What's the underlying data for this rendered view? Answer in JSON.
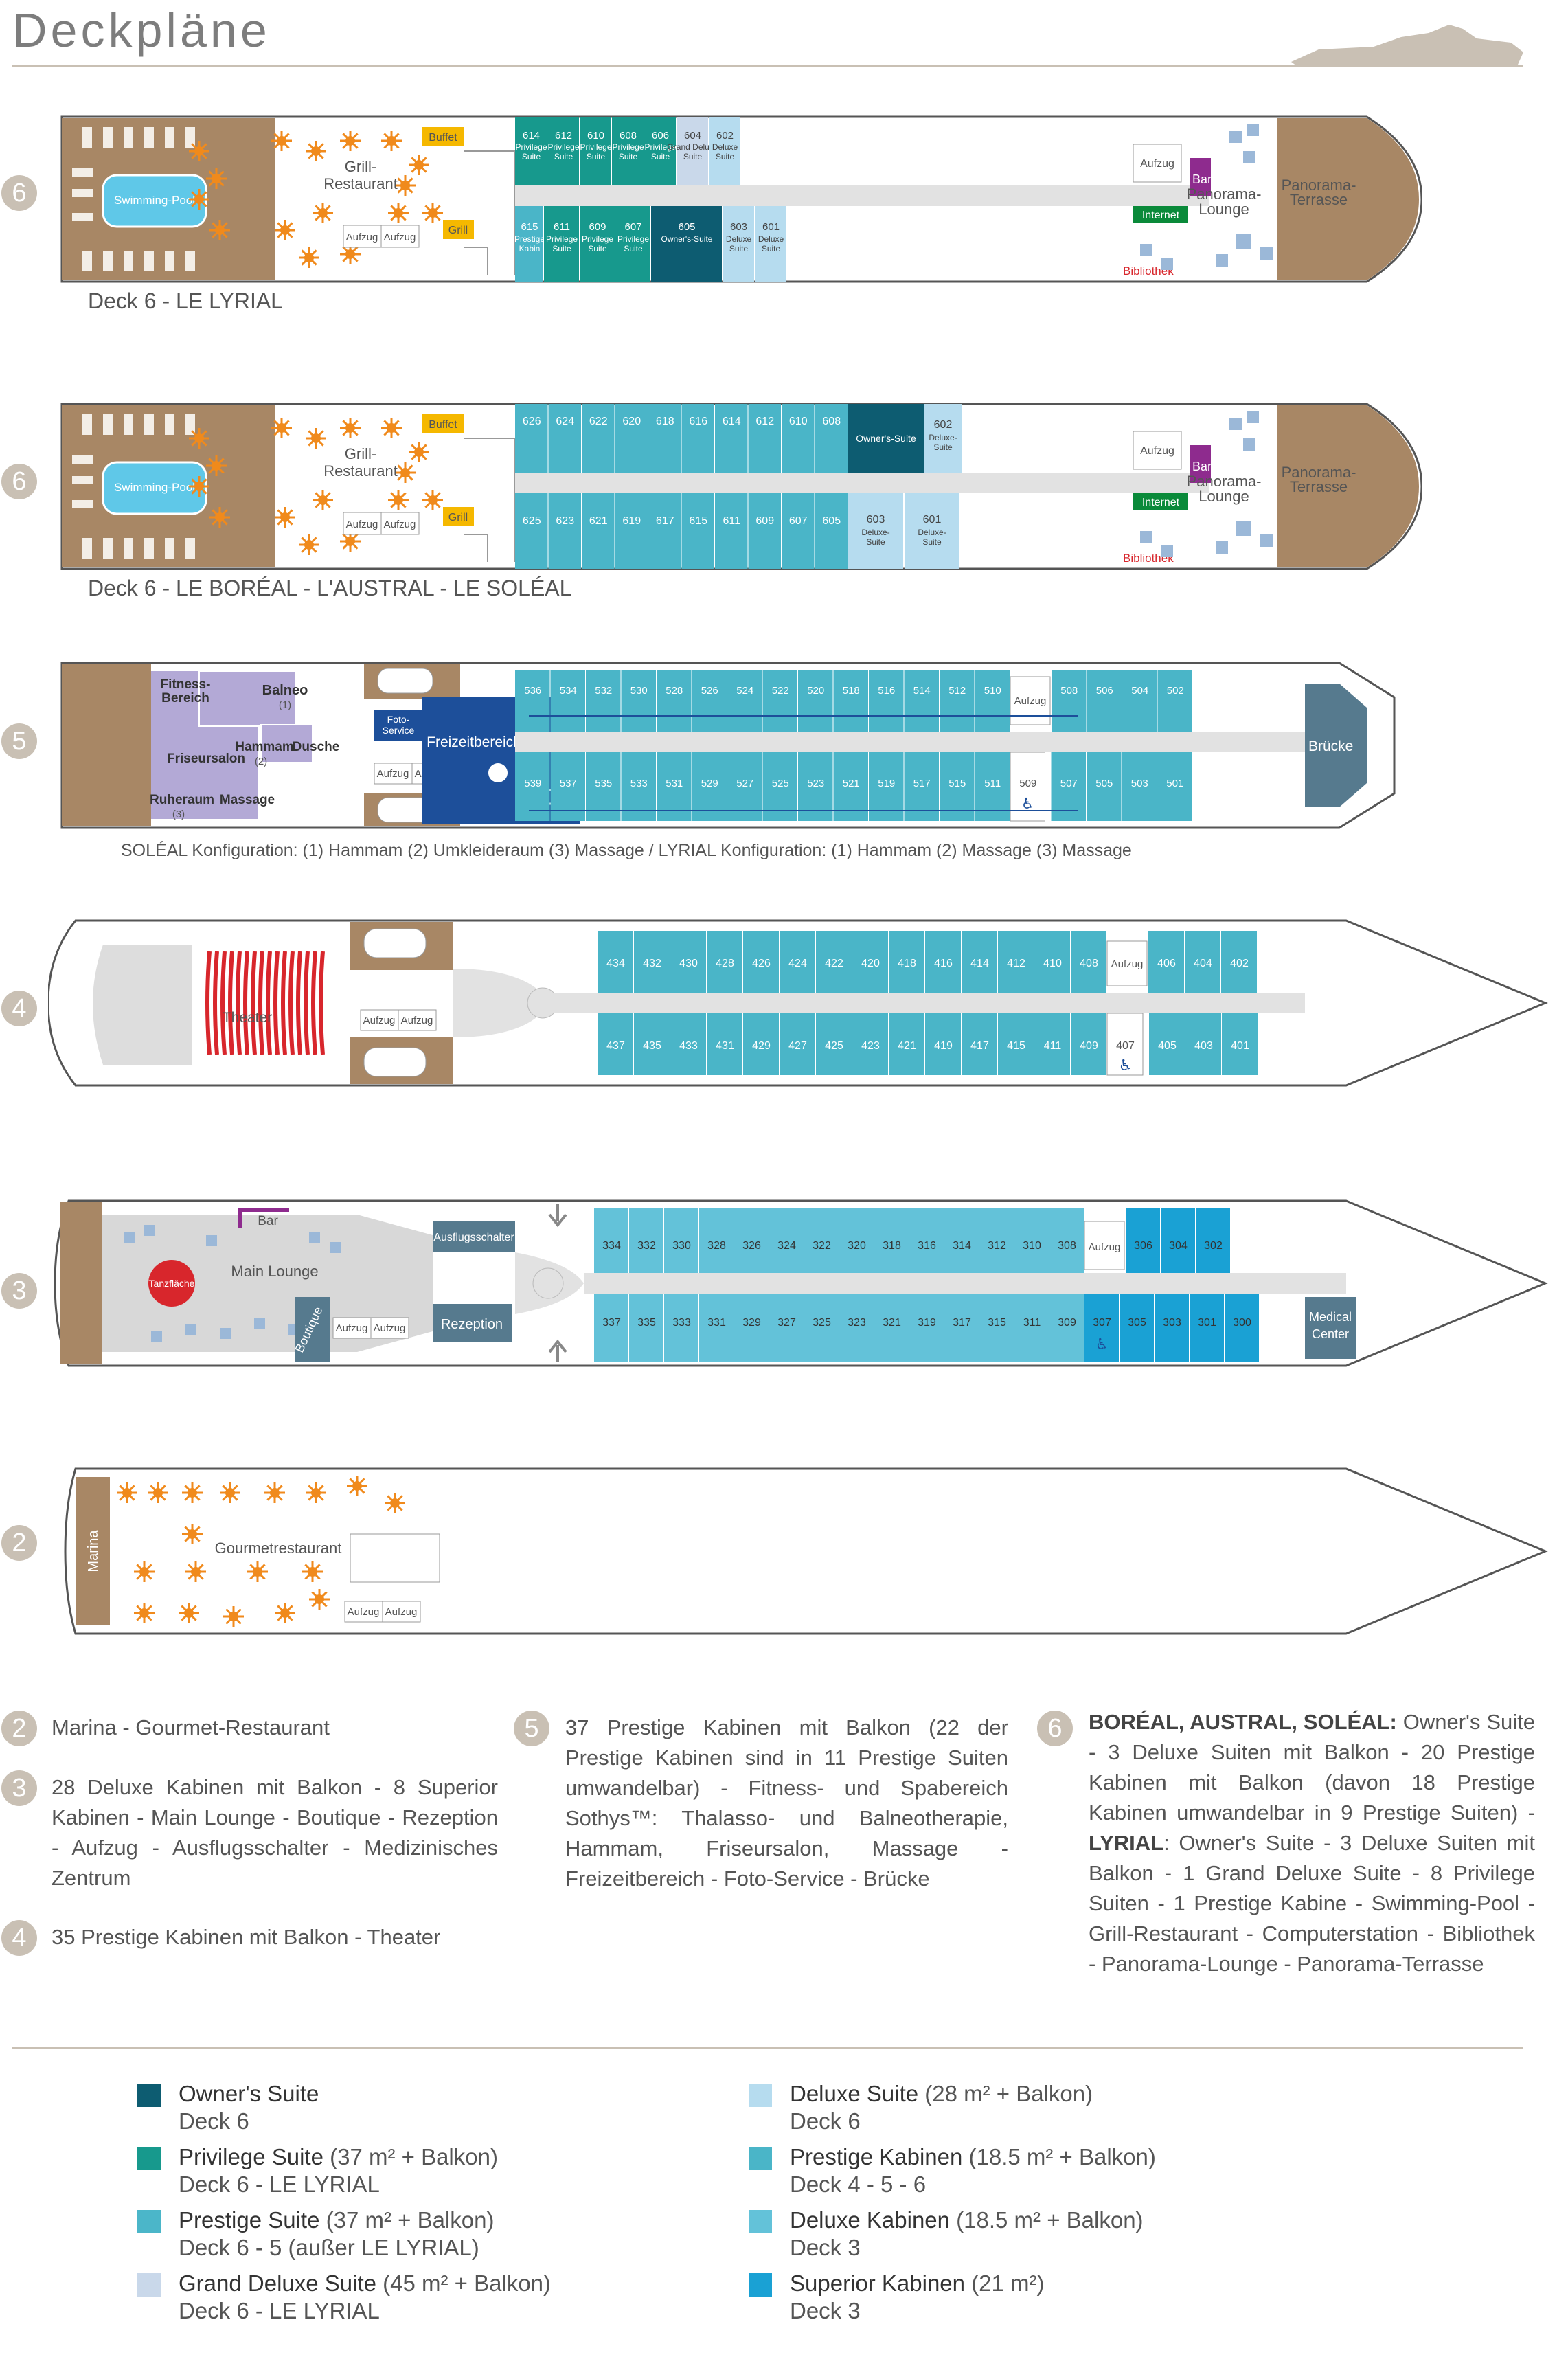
{
  "title": "Deckpläne",
  "decks": [
    {
      "id": "deck6-lyrial",
      "number": "6",
      "caption": "Deck 6 - LE LYRIAL",
      "labels": {
        "pool": "Swimming-Pool",
        "grill1": "Grill-",
        "grill2": "Restaurant",
        "buffet": "Buffet",
        "grill_bar": "Grill",
        "lift": "Aufzug",
        "internet": "Internet",
        "bar": "Bar",
        "lounge1": "Panorama-",
        "lounge2": "Lounge",
        "terrace1": "Panorama-",
        "terrace2": "Terrasse",
        "library": "Bibliothek"
      },
      "top_cabins": [
        {
          "num": "614",
          "l1": "Privilege",
          "l2": "Suite"
        },
        {
          "num": "612",
          "l1": "Privilege",
          "l2": "Suite"
        },
        {
          "num": "610",
          "l1": "Privilege",
          "l2": "Suite"
        },
        {
          "num": "608",
          "l1": "Privilege",
          "l2": "Suite"
        },
        {
          "num": "606",
          "l1": "Privilege",
          "l2": "Suite"
        },
        {
          "num": "604",
          "l1": "Grand Deluxe",
          "l2": "Suite"
        },
        {
          "num": "602",
          "l1": "Deluxe",
          "l2": "Suite"
        }
      ],
      "bottom_cabins": [
        {
          "num": "615",
          "l1": "Prestige",
          "l2": "Kabin"
        },
        {
          "num": "611",
          "l1": "Privilege",
          "l2": "Suite"
        },
        {
          "num": "609",
          "l1": "Privilege",
          "l2": "Suite"
        },
        {
          "num": "607",
          "l1": "Privilege",
          "l2": "Suite"
        },
        {
          "num": "605",
          "l1": "Owner's-Suite",
          "l2": ""
        },
        {
          "num": "603",
          "l1": "Deluxe",
          "l2": "Suite"
        },
        {
          "num": "601",
          "l1": "Deluxe",
          "l2": "Suite"
        }
      ]
    },
    {
      "id": "deck6-boreal",
      "number": "6",
      "caption": "Deck 6 - LE BORÉAL - L'AUSTRAL - LE SOLÉAL",
      "top_cabins": [
        "626",
        "624",
        "622",
        "620",
        "618",
        "616",
        "614",
        "612",
        "610",
        "608"
      ],
      "bottom_cabins": [
        "625",
        "623",
        "621",
        "619",
        "617",
        "615",
        "611",
        "609",
        "607",
        "605"
      ],
      "owners_suite": "Owner's-Suite",
      "deluxe_top": {
        "num": "602",
        "l1": "Deluxe-",
        "l2": "Suite"
      },
      "deluxe_bottom": [
        {
          "num": "603",
          "l1": "Deluxe-",
          "l2": "Suite"
        },
        {
          "num": "601",
          "l1": "Deluxe-",
          "l2": "Suite"
        }
      ]
    },
    {
      "id": "deck5",
      "number": "5",
      "caption": "SOLÉAL Konfiguration: (1) Hammam (2) Umkleideraum (3) Massage / LYRIAL Konfiguration: (1) Hammam (2) Massage (3) Massage",
      "labels": {
        "fitness1": "Fitness-",
        "fitness2": "Bereich",
        "balneo": "Balneo",
        "sup1": "(1)",
        "sup2": "(2)",
        "sup3": "(3)",
        "hair": "Friseursalon",
        "hammam": "Hammam",
        "shower": "Dusche",
        "rest": "Ruheraum",
        "massage": "Massage",
        "photo1": "Foto-",
        "photo2": "Service",
        "leisure": "Freizeitbereich",
        "lift": "Aufzug",
        "bridge": "Brücke"
      },
      "top_cabins": [
        "536",
        "534",
        "532",
        "530",
        "528",
        "526",
        "524",
        "522",
        "520",
        "518",
        "516",
        "514",
        "512",
        "510",
        "508",
        "506",
        "504",
        "502"
      ],
      "bottom_cabins": [
        "539",
        "537",
        "535",
        "533",
        "531",
        "529",
        "527",
        "525",
        "523",
        "521",
        "519",
        "517",
        "515",
        "511",
        "509",
        "507",
        "505",
        "503",
        "501"
      ]
    },
    {
      "id": "deck4",
      "number": "4",
      "labels": {
        "theater": "Theater",
        "lift": "Aufzug"
      },
      "top_cabins": [
        "434",
        "432",
        "430",
        "428",
        "426",
        "424",
        "422",
        "420",
        "418",
        "416",
        "414",
        "412",
        "410",
        "408",
        "406",
        "404",
        "402"
      ],
      "bottom_cabins": [
        "437",
        "435",
        "433",
        "431",
        "429",
        "427",
        "425",
        "423",
        "421",
        "419",
        "417",
        "415",
        "411",
        "409",
        "407",
        "405",
        "403",
        "401"
      ]
    },
    {
      "id": "deck3",
      "number": "3",
      "labels": {
        "bar": "Bar",
        "dance": "Tanzfläche",
        "lounge": "Main Lounge",
        "boutique": "Boutique",
        "excursion": "Ausflugsschalter",
        "reception": "Rezeption",
        "lift": "Aufzug",
        "medical1": "Medical",
        "medical2": "Center"
      },
      "top_cabins": [
        "334",
        "332",
        "330",
        "328",
        "326",
        "324",
        "322",
        "320",
        "318",
        "316",
        "314",
        "312",
        "310",
        "308",
        "306",
        "304",
        "302"
      ],
      "bottom_cabins": [
        "337",
        "335",
        "333",
        "331",
        "329",
        "327",
        "325",
        "323",
        "321",
        "319",
        "317",
        "315",
        "311",
        "309",
        "307",
        "305",
        "303",
        "301",
        "300"
      ]
    },
    {
      "id": "deck2",
      "number": "2",
      "labels": {
        "marina": "Marina",
        "gourmet": "Gourmetrestaurant",
        "lift": "Aufzug"
      }
    }
  ],
  "descriptions": {
    "d2_num": "2",
    "d2": "Marina - Gourmet-Restaurant",
    "d3_num": "3",
    "d3": "28 Deluxe Kabinen mit Balkon - 8 Superior Kabinen - Main Lounge - Boutique - Rezeption - Aufzug - Ausflugsschalter - Medizinisches Zentrum",
    "d4_num": "4",
    "d4": "35 Prestige Kabinen mit Balkon - Theater",
    "d5_num": "5",
    "d5": "37 Prestige Kabinen mit Balkon (22 der Prestige Kabinen sind in 11 Prestige Suiten umwandelbar) - Fitness- und Spabereich Sothys™: Thalasso- und Balneotherapie, Hammam, Friseursalon, Massage - Freizeitbereich - Foto-Service - Brücke",
    "d6_num": "6",
    "d6_a_bold": "BORÉAL, AUSTRAL, SOLÉAL:",
    "d6_a": " Owner's Suite - 3 Deluxe Suiten mit Balkon - 20 Prestige Kabinen mit Balkon (davon 18 Prestige Kabinen umwandelbar in 9 Prestige Suiten) - ",
    "d6_b_bold": "LYRIAL",
    "d6_b": ": Owner's Suite - 3 Deluxe Suiten mit Balkon - 1 Grand Deluxe Suite - 8 Privilege Suiten - 1 Prestige Kabine - Swimming-Pool - Grill-Restaurant - Computerstation - Bibliothek - Panorama-Lounge - Panorama-Terrasse"
  },
  "legend": [
    {
      "name": "Owner's Suite",
      "detail": "",
      "decks": "Deck 6",
      "color": "#0d5c71"
    },
    {
      "name": "Privilege Suite",
      "detail": " (37 m² + Balkon)",
      "decks": "Deck 6 - LE LYRIAL",
      "color": "#17998d"
    },
    {
      "name": "Prestige Suite",
      "detail": " (37 m² + Balkon)",
      "decks": "Deck 6 - 5 (außer LE LYRIAL)",
      "color": "#4bb6c9"
    },
    {
      "name": "Grand Deluxe Suite",
      "detail": " (45 m² + Balkon)",
      "decks": "Deck 6 - LE LYRIAL",
      "color": "#c9d8ea"
    },
    {
      "name": "Deluxe Suite",
      "detail": " (28 m² + Balkon)",
      "decks": "Deck 6",
      "color": "#b6dcef"
    },
    {
      "name": "Prestige Kabinen",
      "detail": " (18.5 m² + Balkon)",
      "decks": "Deck 4 - 5 - 6",
      "color": "#4ab5c8"
    },
    {
      "name": "Deluxe Kabinen",
      "detail": " (18.5 m² + Balkon)",
      "decks": "Deck 3",
      "color": "#63c2d9"
    },
    {
      "name": "Superior Kabinen",
      "detail": " (21 m²)",
      "decks": "Deck 3",
      "color": "#1aa1d4"
    }
  ]
}
